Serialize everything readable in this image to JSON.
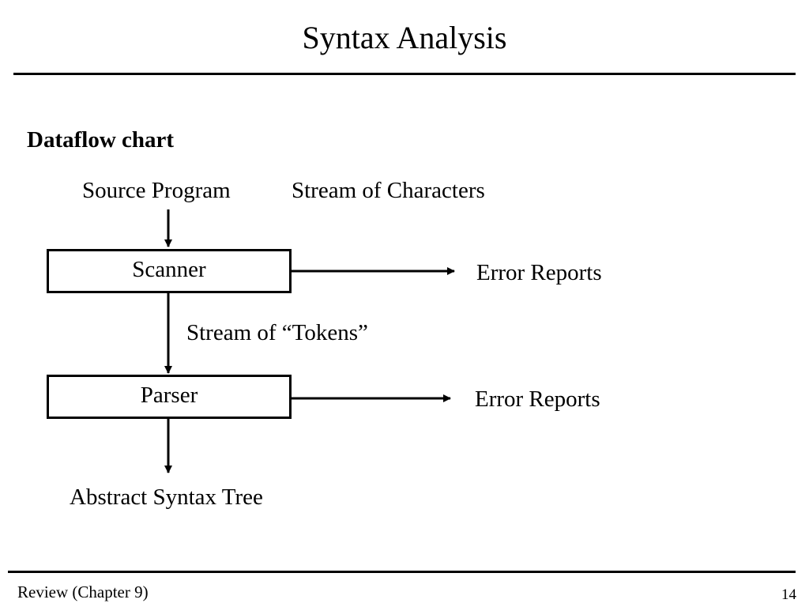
{
  "slide": {
    "title": "Syntax Analysis",
    "section_heading": "Dataflow chart"
  },
  "diagram": {
    "source_label": "Source Program",
    "stream_chars_label": "Stream of Characters",
    "scanner_label": "Scanner",
    "scanner_output_label": "Error Reports",
    "tokens_label": "Stream of “Tokens”",
    "parser_label": "Parser",
    "parser_output_label": "Error Reports",
    "ast_label": "Abstract Syntax Tree"
  },
  "footer": {
    "left_text": "Review (Chapter 9)",
    "page_number": "14"
  }
}
